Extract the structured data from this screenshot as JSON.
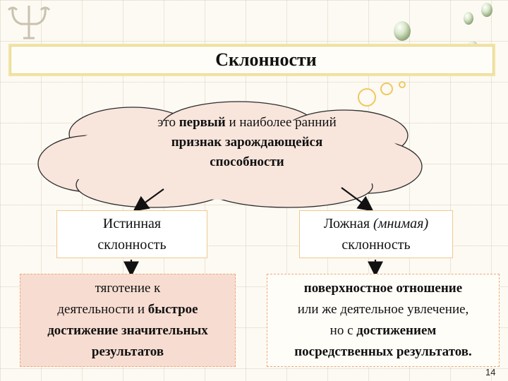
{
  "title": "Склонности",
  "definition": {
    "p1": "это",
    "p2": "первый",
    "p3": "и наиболее ранний",
    "p4": "признак зарождающейся",
    "p5": "способности"
  },
  "left_branch": {
    "line1": "Истинная",
    "line2": "склонность",
    "desc1": "тяготение к",
    "desc2": "деятельности и",
    "desc3": "быстрое",
    "desc4": "достижение значительных",
    "desc5": "результатов"
  },
  "right_branch": {
    "line1a": "Ложная",
    "line1b": "(мнимая)",
    "line2": "склонность",
    "desc1": "поверхностное отношение",
    "desc2": "или же деятельное увлечение,",
    "desc3a": "но с",
    "desc3b": "достижением",
    "desc4": "посредственных результатов."
  },
  "page_number": "14",
  "colors": {
    "cloud_fill": "#f8e5dc",
    "title_border": "#f2e4a6",
    "left_desc_fill": "#f7ddd1",
    "dashed_border": "#f0a878"
  },
  "icons": [
    "psi-logo-icon",
    "water-drops-icon",
    "thought-bubbles-icon"
  ]
}
